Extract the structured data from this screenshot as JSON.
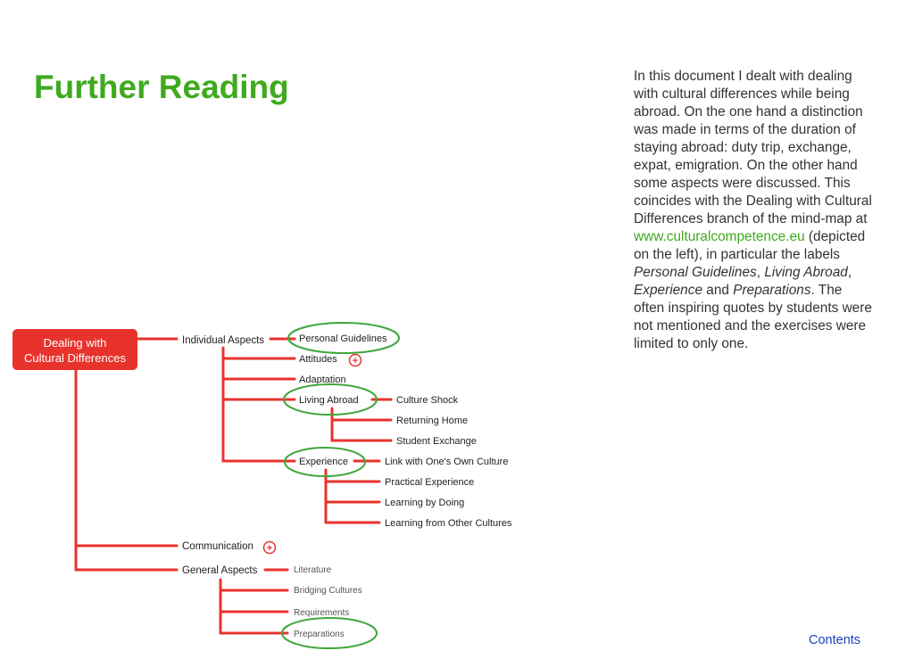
{
  "page": {
    "title": "Further Reading",
    "contents_link": "Contents"
  },
  "body": {
    "intro": "In this document I dealt with dealing with cultural differences while being abroad. On the one hand a distinction was made in terms of the duration of staying abroad: duty trip, exchange, expat, emigration.  On the other hand some aspects were discussed. This coincides with the Dealing with Cultural Differences branch of the mind-map at",
    "link": "www.culturalcompetence.eu",
    "middle": "(depicted on the left), in particular the labels",
    "labels": [
      "Personal Guidelines",
      "Living Abroad",
      "Experience",
      "Preparations"
    ],
    "sep1": ",",
    "sep2": ",",
    "sep3": "and",
    "ending": ". The often inspiring quotes by students were not mentioned and the exercises were limited to only one."
  },
  "mindmap": {
    "root": [
      "Dealing with",
      "Cultural Differences"
    ],
    "individual_aspects": "Individual Aspects",
    "personal_guidelines": "Personal Guidelines",
    "attitudes": "Attitudes",
    "adaptation": "Adaptation",
    "living_abroad": "Living Abroad",
    "culture_shock": "Culture Shock",
    "returning_home": "Returning Home",
    "student_exchange": "Student Exchange",
    "experience": "Experience",
    "link_own_culture": "Link with One's Own Culture",
    "practical_experience": "Practical Experience",
    "learning_by_doing": "Learning by Doing",
    "learning_other_cultures": "Learning from Other Cultures",
    "communication": "Communication",
    "general_aspects": "General Aspects",
    "literature": "Literature",
    "bridging_cultures": "Bridging Cultures",
    "requirements": "Requirements",
    "preparations": "Preparations",
    "expand_symbol": "+"
  },
  "colors": {
    "title_green": "#3faa1f",
    "branch_red": "#e8332c",
    "circle_green": "#3fa63a",
    "link_blue": "#1a3fc2"
  }
}
